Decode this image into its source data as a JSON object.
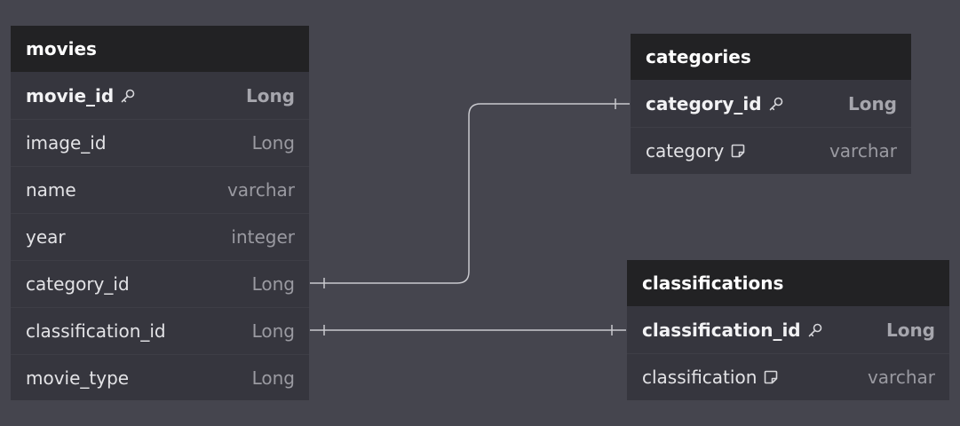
{
  "diagram": {
    "tables": [
      {
        "name": "movies",
        "fields": [
          {
            "name": "movie_id",
            "type": "Long",
            "icon": "key-icon",
            "pk": true
          },
          {
            "name": "image_id",
            "type": "Long",
            "icon": "",
            "pk": false
          },
          {
            "name": "name",
            "type": "varchar",
            "icon": "",
            "pk": false
          },
          {
            "name": "year",
            "type": "integer",
            "icon": "",
            "pk": false
          },
          {
            "name": "category_id",
            "type": "Long",
            "icon": "",
            "pk": false
          },
          {
            "name": "classification_id",
            "type": "Long",
            "icon": "",
            "pk": false
          },
          {
            "name": "movie_type",
            "type": "Long",
            "icon": "",
            "pk": false
          }
        ]
      },
      {
        "name": "categories",
        "fields": [
          {
            "name": "category_id",
            "type": "Long",
            "icon": "key-icon",
            "pk": true
          },
          {
            "name": "category",
            "type": "varchar",
            "icon": "note-icon",
            "pk": false
          }
        ]
      },
      {
        "name": "classifications",
        "fields": [
          {
            "name": "classification_id",
            "type": "Long",
            "icon": "key-icon",
            "pk": true
          },
          {
            "name": "classification",
            "type": "varchar",
            "icon": "note-icon",
            "pk": false
          }
        ]
      }
    ],
    "relationships": [
      {
        "from_table": "movies",
        "from_field": "category_id",
        "to_table": "categories",
        "to_field": "category_id",
        "cardinality": "one-to-one"
      },
      {
        "from_table": "movies",
        "from_field": "classification_id",
        "to_table": "classifications",
        "to_field": "classification_id",
        "cardinality": "one-to-one"
      }
    ],
    "colors": {
      "background": "#45454e",
      "table_header": "#222224",
      "table_body": "#36363e",
      "connector": "#c9c9ce"
    }
  }
}
